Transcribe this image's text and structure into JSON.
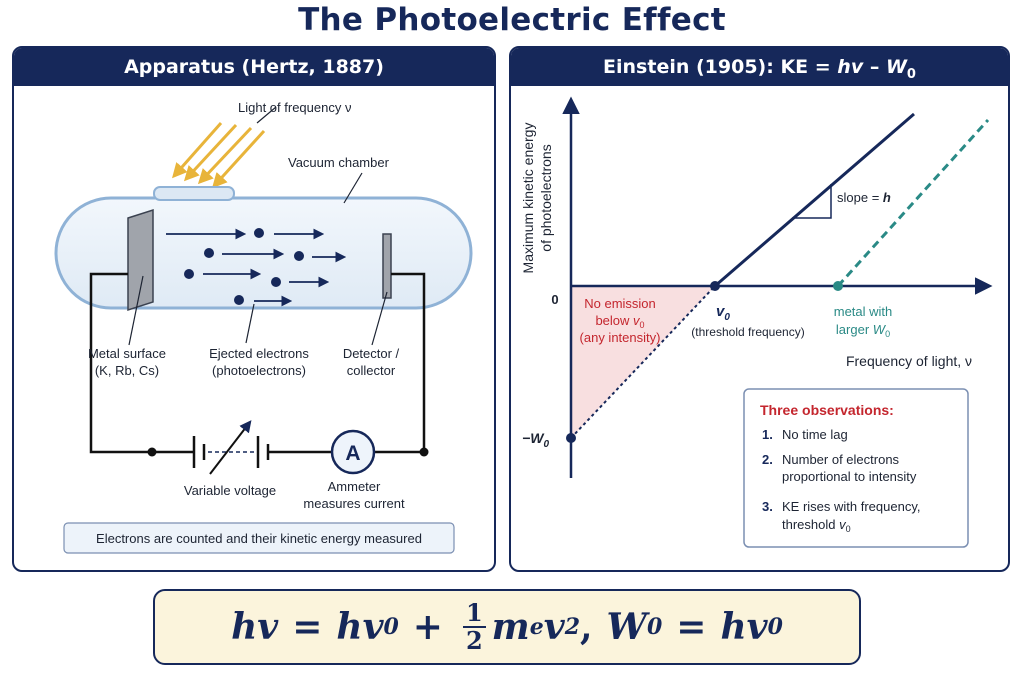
{
  "page": {
    "title": "The Photoelectric Effect"
  },
  "apparatus": {
    "header": "Apparatus (Hertz, 1887)",
    "light_label": "Light of frequency ν",
    "chamber_label": "Vacuum chamber",
    "metal_label_1": "Metal surface",
    "metal_label_2": "(K, Rb, Cs)",
    "electrons_label_1": "Ejected electrons",
    "electrons_label_2": "(photoelectrons)",
    "detector_label_1": "Detector /",
    "detector_label_2": "collector",
    "voltage_label": "Variable voltage",
    "ammeter_symbol": "A",
    "ammeter_label_1": "Ammeter",
    "ammeter_label_2": "measures current",
    "caption": "Electrons are counted and their kinetic energy measured"
  },
  "graph": {
    "header_prefix": "Einstein (1905): KE = ",
    "header_h": "h",
    "header_v": "v",
    "header_minus": " – ",
    "header_w": "W",
    "header_sub": "0",
    "ylabel_1": "Maximum kinetic energy",
    "ylabel_2": "of photoelectrons",
    "zero_label": "0",
    "neg_w0": "−W",
    "neg_w0_sub": "0",
    "no_emission_1": "No emission",
    "no_emission_2": "below ",
    "no_emission_v": "v",
    "no_emission_sub": "0",
    "no_emission_3": "(any intensity)",
    "threshold_v": "v",
    "threshold_sub": "0",
    "threshold_label": "(threshold frequency)",
    "slope_label": "slope = ",
    "slope_h": "h",
    "metal_larger_1": "metal with",
    "metal_larger_2": "larger ",
    "metal_larger_w": "W",
    "metal_larger_sub": "0",
    "xlabel": "Frequency of light, ν",
    "observations": {
      "title": "Three observations:",
      "item1_num": "1.",
      "item1": "No time lag",
      "item2_num": "2.",
      "item2_a": "Number of electrons",
      "item2_b": "proportional to intensity",
      "item3_num": "3.",
      "item3_a": "KE rises with frequency,",
      "item3_b": "threshold ",
      "item3_v": "v",
      "item3_sub": "0"
    }
  },
  "formula": {
    "hv": "hv",
    "eq": "=",
    "hv0": "hv",
    "sub0": "0",
    "plus": "+",
    "num": "1",
    "den": "2",
    "m": "m",
    "sub_e": "e",
    "v": "v",
    "sup2": "2",
    "comma": ",",
    "w": "W",
    "sub_w0": "0",
    "eq2": "=",
    "hv0b": "hv",
    "sub0b": "0"
  },
  "colors": {
    "navy": "#16285a",
    "light_ray": "#e8b43a",
    "teal": "#2a8a86",
    "red_text": "#c4262e",
    "shade": "#f7d9da",
    "formula_bg": "#fbf4dc"
  }
}
